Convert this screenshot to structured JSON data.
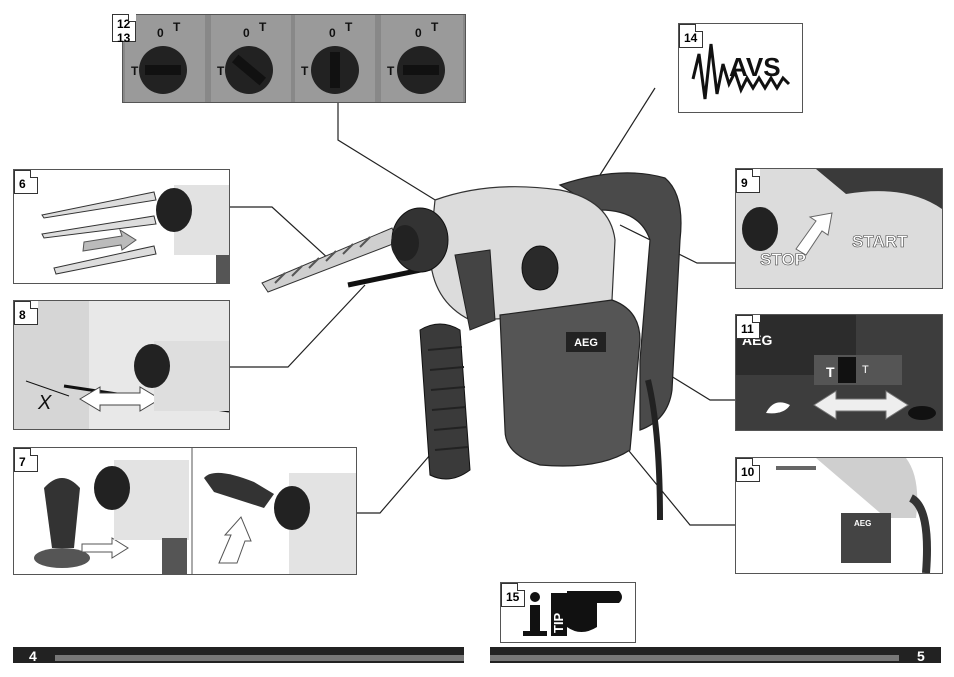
{
  "callouts": {
    "c6": "6",
    "c7": "7",
    "c8": "8",
    "c9": "9",
    "c10": "10",
    "c11": "11",
    "c12": "12",
    "c13": "13",
    "c14": "14",
    "c15": "15"
  },
  "dial_marks": {
    "zero": "0",
    "t": "T"
  },
  "avs_label": "AVS",
  "start_label": "START",
  "stop_label": "STOP",
  "brand": "AEG",
  "dimension_x": "X",
  "tip_text": "TIP",
  "switch_t": "T",
  "page_left": "4",
  "page_right": "5"
}
